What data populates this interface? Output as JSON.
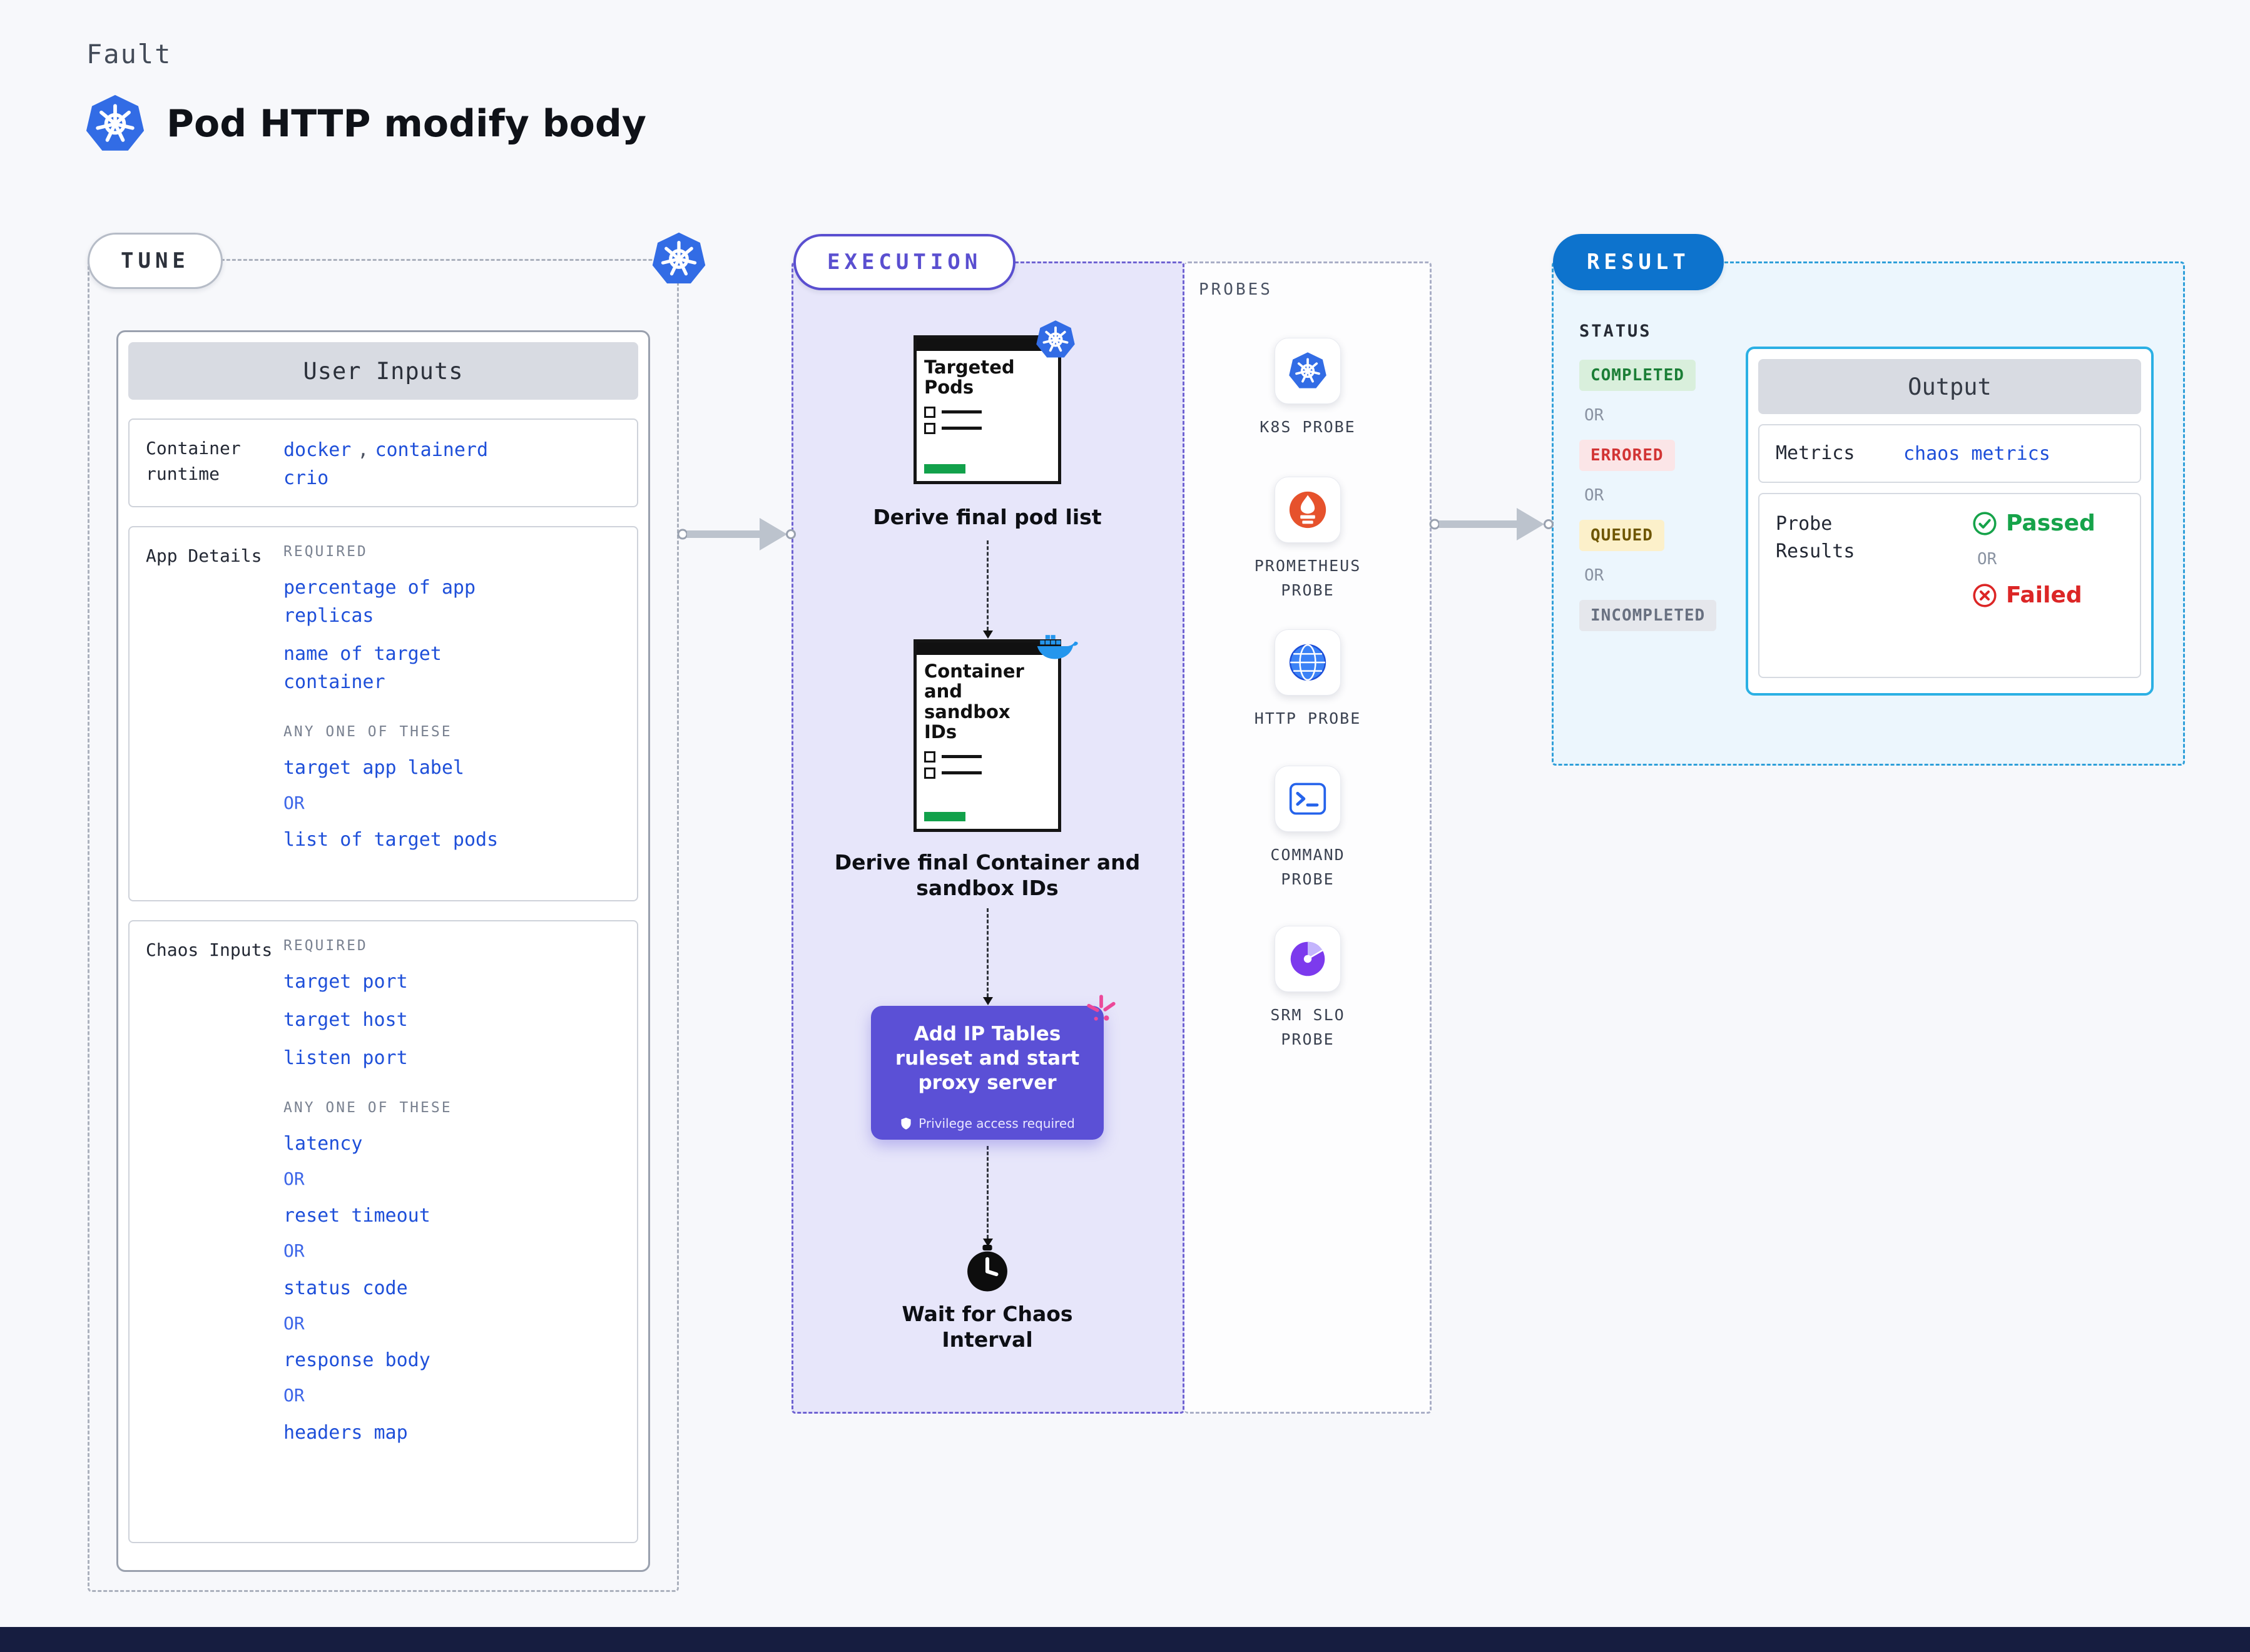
{
  "header": {
    "kicker": "Fault",
    "title": "Pod HTTP modify body"
  },
  "tune": {
    "pill": "TUNE",
    "card_title": "User Inputs",
    "container_runtime": {
      "label": "Container runtime",
      "value_1": "docker",
      "separator": ",",
      "value_2": "containerd",
      "value_3": "crio"
    },
    "app_details": {
      "label": "App Details",
      "required": "REQUIRED",
      "item_1": "percentage of app replicas",
      "item_2": "name of target container",
      "any_one": "ANY ONE OF THESE",
      "option_1": "target app label",
      "or": "OR",
      "option_2": "list of target pods"
    },
    "chaos_inputs": {
      "label": "Chaos Inputs",
      "required": "REQUIRED",
      "item_1": "target port",
      "item_2": "target host",
      "item_3": "listen port",
      "any_one": "ANY ONE OF THESE",
      "option_1": "latency",
      "or": "OR",
      "option_2": "reset timeout",
      "option_3": "status code",
      "option_4": "response body",
      "option_5": "headers map"
    }
  },
  "execution": {
    "pill": "EXECUTION",
    "doc1_title": "Targeted Pods",
    "step1_caption": "Derive final pod list",
    "doc2_title": "Container and sandbox IDs",
    "step2_caption": "Derive final Container and sandbox IDs",
    "action_text": "Add IP Tables ruleset and start proxy server",
    "action_badge": "Privilege access required",
    "wait_caption": "Wait for Chaos Interval"
  },
  "probes": {
    "heading": "PROBES",
    "probe_1": "K8S PROBE",
    "probe_2": "PROMETHEUS PROBE",
    "probe_3": "HTTP PROBE",
    "probe_4": "COMMAND PROBE",
    "probe_5": "SRM SLO PROBE"
  },
  "result": {
    "pill": "RESULT",
    "status_heading": "STATUS",
    "or": "OR",
    "status_1": "COMPLETED",
    "status_2": "ERRORED",
    "status_3": "QUEUED",
    "status_4": "INCOMPLETED",
    "output": {
      "title": "Output",
      "metrics_label": "Metrics",
      "metrics_value": "chaos metrics",
      "probe_results_label": "Probe Results",
      "passed": "Passed",
      "or": "OR",
      "failed": "Failed"
    }
  },
  "colors": {
    "kubernetes_blue": "#326CE5",
    "execution_purple": "#5B50D6",
    "result_blue": "#0D73CD",
    "output_border": "#2BB0E4",
    "code_blue": "#1E4FD9",
    "completed_green": "#1B7E36",
    "errored_red": "#D23434",
    "queued_yellow": "#6E5600",
    "incompleted_gray": "#687080",
    "passed_green": "#16A34A",
    "failed_red": "#DC2626",
    "prometheus_orange": "#E6522C",
    "docker_blue": "#2496ED"
  }
}
